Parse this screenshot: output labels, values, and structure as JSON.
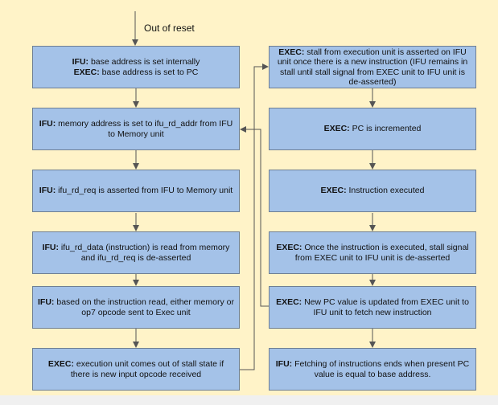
{
  "start_label": "Out of reset",
  "left_column": [
    {
      "lines": [
        {
          "tag": "IFU:",
          "text": " base address is set internally"
        },
        {
          "tag": "EXEC:",
          "text": " base address is set to PC"
        }
      ]
    },
    {
      "lines": [
        {
          "tag": "IFU:",
          "text": " memory address is set to ifu_rd_addr from IFU to Memory unit"
        }
      ]
    },
    {
      "lines": [
        {
          "tag": "IFU:",
          "text": " ifu_rd_req is asserted from IFU to Memory unit"
        }
      ]
    },
    {
      "lines": [
        {
          "tag": "IFU:",
          "text": " ifu_rd_data (instruction) is read from memory and ifu_rd_req is de-asserted"
        }
      ]
    },
    {
      "lines": [
        {
          "tag": "IFU:",
          "text": " based on the instruction read, either memory or op7 opcode sent to Exec unit"
        }
      ]
    },
    {
      "lines": [
        {
          "tag": "EXEC:",
          "text": " execution unit comes out of stall state if there is new input opcode received"
        }
      ]
    }
  ],
  "right_column": [
    {
      "lines": [
        {
          "tag": "EXEC:",
          "text": " stall from execution unit is asserted on IFU unit once there is a new instruction (IFU remains in stall until stall signal from EXEC unit to IFU unit is de-asserted)"
        }
      ]
    },
    {
      "lines": [
        {
          "tag": "EXEC:",
          "text": " PC is incremented"
        }
      ]
    },
    {
      "lines": [
        {
          "tag": "EXEC:",
          "text": " Instruction executed"
        }
      ]
    },
    {
      "lines": [
        {
          "tag": "EXEC:",
          "text": " Once the instruction is executed, stall signal from EXEC unit to IFU unit is de-asserted"
        }
      ]
    },
    {
      "lines": [
        {
          "tag": "EXEC:",
          "text": " New PC value is updated from EXEC unit to IFU unit to fetch new instruction"
        }
      ]
    },
    {
      "lines": [
        {
          "tag": "IFU:",
          "text": " Fetching of instructions ends when present PC value is equal to base address."
        }
      ]
    }
  ]
}
